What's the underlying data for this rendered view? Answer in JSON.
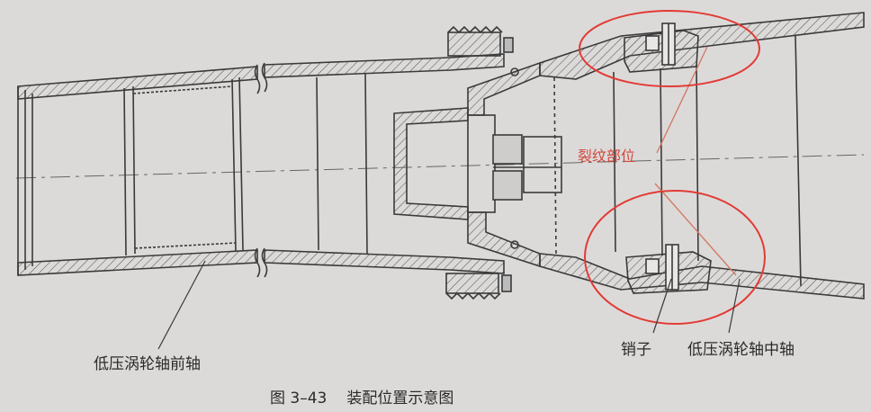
{
  "labels": {
    "front_shaft": "低压涡轮轴前轴",
    "pin": "销子",
    "middle_shaft": "低压涡轮轴中轴",
    "crack_location": "裂纹部位"
  },
  "caption": {
    "number": "图 3–43",
    "title": "装配位置示意图"
  },
  "colors": {
    "paper": "#dcdad9",
    "ink": "#3a3a3a",
    "highlight": "#e23b35",
    "crack_line": "#d27b65"
  }
}
